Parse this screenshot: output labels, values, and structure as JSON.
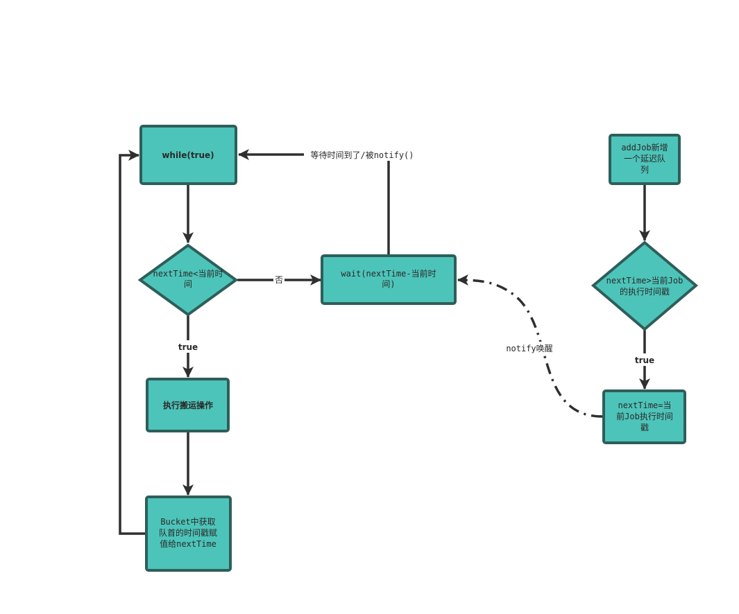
{
  "colors": {
    "node_fill": "#4dc4b9",
    "node_border": "#2e5e5a",
    "edge": "#2f2f2f",
    "background": "#ffffff"
  },
  "nodes": {
    "while_true": {
      "shape": "rectangle",
      "lines": [
        "while(true)"
      ]
    },
    "check_next_time": {
      "shape": "diamond",
      "lines": [
        "nextTime<当前时",
        "间"
      ]
    },
    "wait": {
      "shape": "rectangle",
      "lines": [
        "wait(nextTime-当前时",
        "间)"
      ]
    },
    "execute_transfer": {
      "shape": "rectangle",
      "lines": [
        "执行搬运操作"
      ]
    },
    "bucket_fetch": {
      "shape": "rectangle",
      "lines": [
        "Bucket中获取",
        "队首的时间戳赋",
        "值给nextTime"
      ]
    },
    "add_job": {
      "shape": "rectangle",
      "lines": [
        "addJob新增",
        "一个延迟队",
        "列"
      ]
    },
    "check_job_time": {
      "shape": "diamond",
      "lines": [
        "nextTime>当前Job",
        "的执行时间戳"
      ]
    },
    "set_next_time": {
      "shape": "rectangle",
      "lines": [
        "nextTime=当",
        "前Job执行时间",
        "戳"
      ]
    }
  },
  "edges": {
    "while_to_check": {
      "from": "while_true",
      "to": "check_next_time",
      "label": ""
    },
    "check_to_wait": {
      "from": "check_next_time",
      "to": "wait",
      "label": "否"
    },
    "wait_to_while": {
      "from": "wait",
      "to": "while_true",
      "label": "等待时间到了/被notify()"
    },
    "check_to_execute": {
      "from": "check_next_time",
      "to": "execute_transfer",
      "label": "true"
    },
    "execute_to_bucket": {
      "from": "execute_transfer",
      "to": "bucket_fetch",
      "label": ""
    },
    "bucket_to_while": {
      "from": "bucket_fetch",
      "to": "while_true",
      "label": ""
    },
    "add_to_check_job": {
      "from": "add_job",
      "to": "check_job_time",
      "label": ""
    },
    "check_job_to_set": {
      "from": "check_job_time",
      "to": "set_next_time",
      "label": "true"
    },
    "set_to_wait": {
      "from": "set_next_time",
      "to": "wait",
      "label": "notify唤醒",
      "style": "dash-dot"
    }
  }
}
